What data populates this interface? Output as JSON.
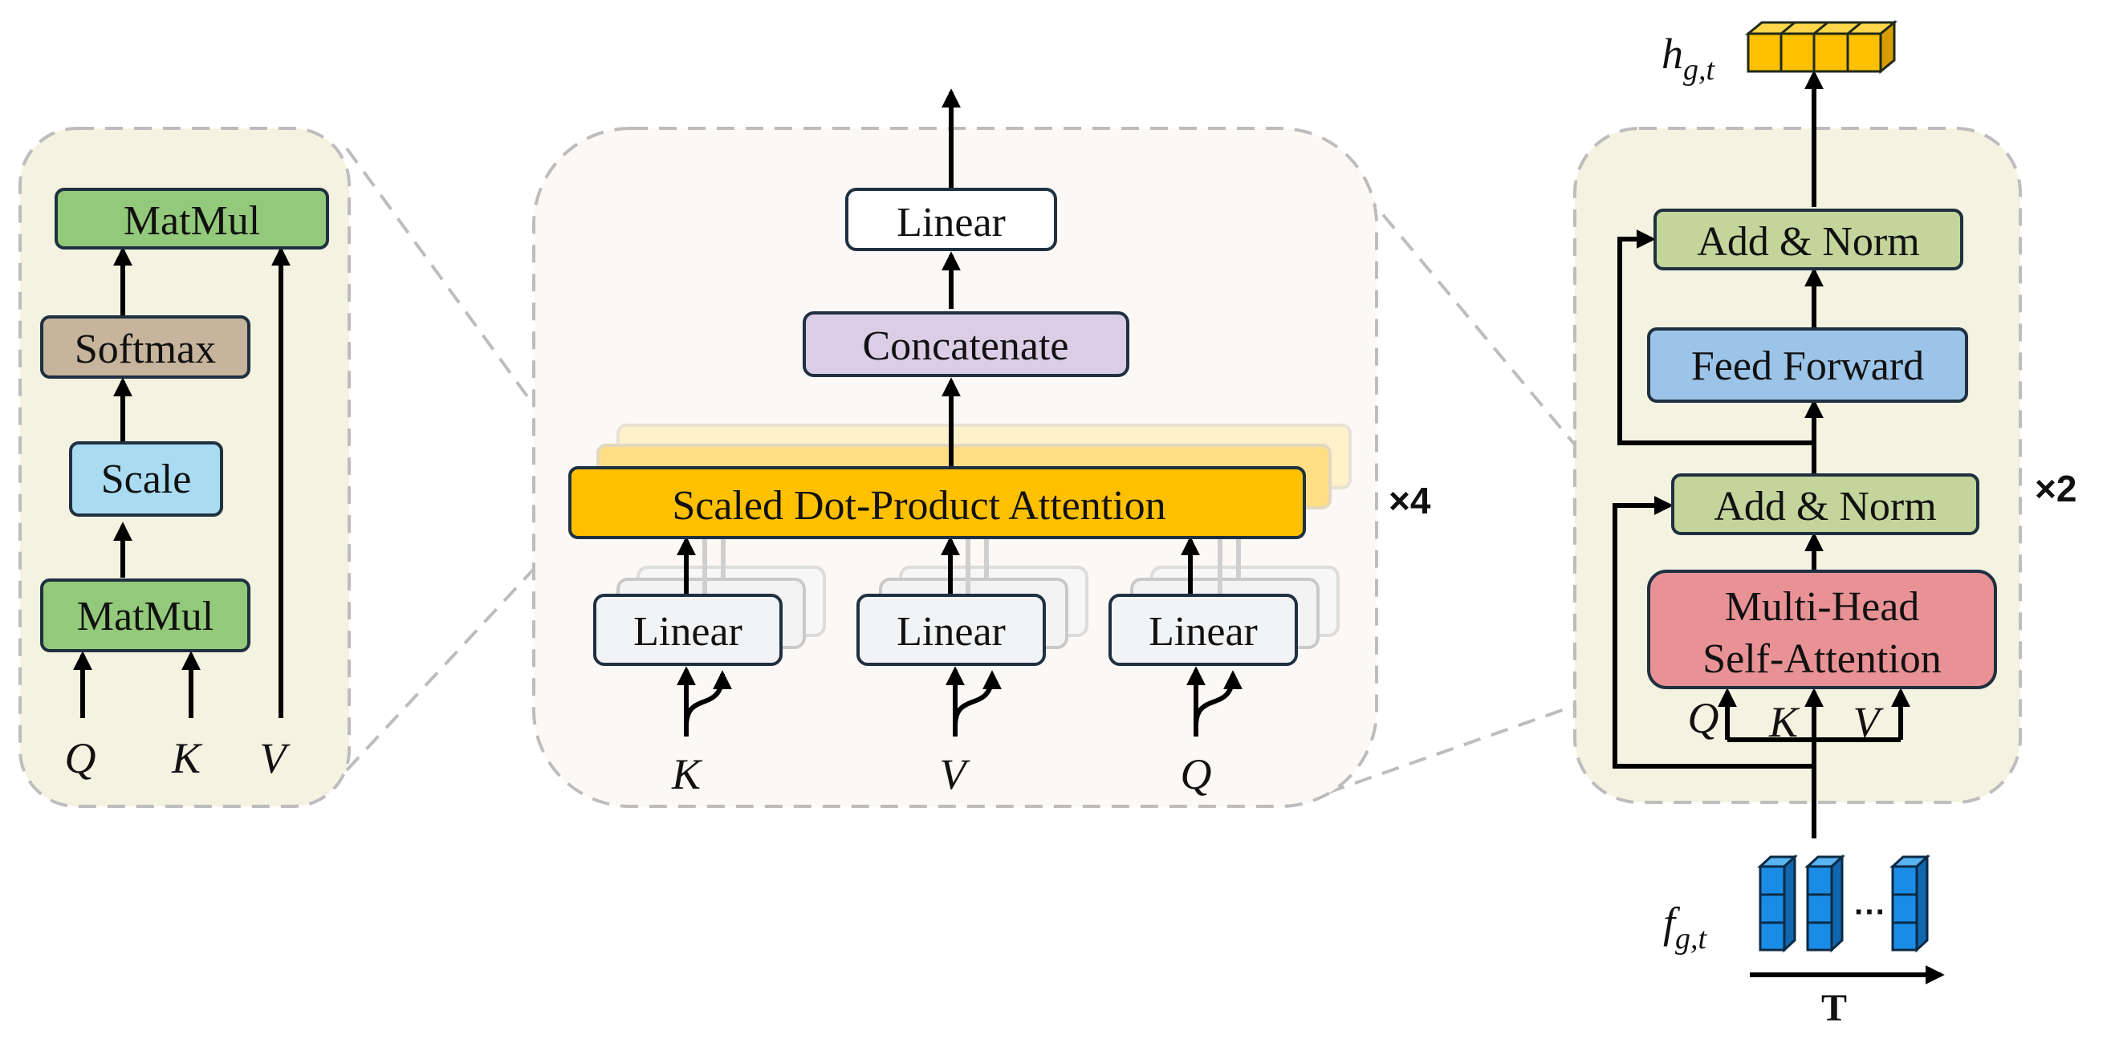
{
  "scaled_attention": {
    "matmul_top": "MatMul",
    "softmax": "Softmax",
    "scale": "Scale",
    "matmul_bottom": "MatMul",
    "inputs": [
      "Q",
      "K",
      "V"
    ]
  },
  "multi_head": {
    "linear_top": "Linear",
    "concatenate": "Concatenate",
    "sdpa": "Scaled Dot-Product Attention",
    "linear_inputs": [
      "Linear",
      "Linear",
      "Linear"
    ],
    "inputs": [
      "K",
      "V",
      "Q"
    ],
    "repeat": "×4"
  },
  "encoder": {
    "output_label": "h",
    "output_subscript": "g,t",
    "add_norm_top": "Add & Norm",
    "feed_forward": "Feed Forward",
    "add_norm_bottom": "Add & Norm",
    "mhsa_line1": "Multi-Head",
    "mhsa_line2": "Self-Attention",
    "qkv": [
      "Q",
      "K",
      "V"
    ],
    "repeat": "×2",
    "input_label": "f",
    "input_subscript": "g,t",
    "time_axis": "T",
    "ellipsis": "···"
  },
  "colors": {
    "panel_bg_green": "#f4f3e1",
    "panel_bg_pink": "#fcf8f6",
    "matmul": "#93c97a",
    "softmax": "#c6b49c",
    "scale": "#a9dcf2",
    "concat": "#dccde6",
    "sdpa": "#ffc000",
    "linear": "#f2f3f5",
    "add_norm": "#c3d59b",
    "feed_forward": "#9cc4e8",
    "mhsa": "#e99296",
    "cube_orange": "#ffc000",
    "cube_blue": "#1a8ce6"
  }
}
